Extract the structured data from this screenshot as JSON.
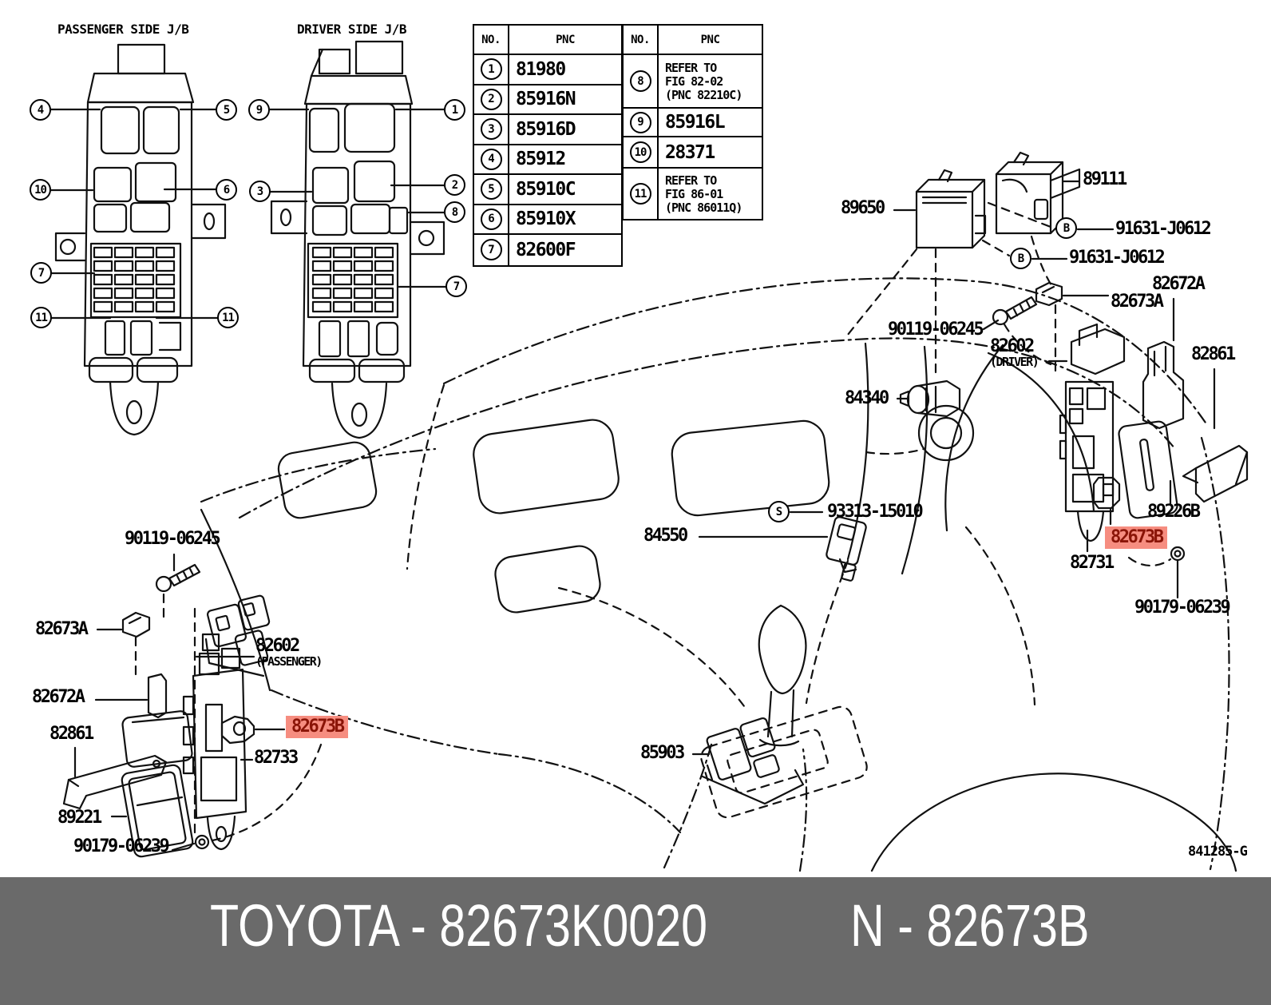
{
  "header": {
    "passenger_jb_title": "PASSENGER SIDE J/B",
    "driver_jb_title": "DRIVER SIDE J/B"
  },
  "pnc_table": {
    "left": {
      "no_header": "NO.",
      "pnc_header": "PNC",
      "rows": [
        {
          "no": "1",
          "pnc": "81980"
        },
        {
          "no": "2",
          "pnc": "85916N"
        },
        {
          "no": "3",
          "pnc": "85916D"
        },
        {
          "no": "4",
          "pnc": "85912"
        },
        {
          "no": "5",
          "pnc": "85910C"
        },
        {
          "no": "6",
          "pnc": "85910X"
        },
        {
          "no": "7",
          "pnc": "82600F"
        }
      ]
    },
    "right": {
      "no_header": "NO.",
      "pnc_header": "PNC",
      "rows": [
        {
          "no": "8",
          "pnc": "REFER TO\nFIG 82-02\n(PNC 82210C)"
        },
        {
          "no": "9",
          "pnc": "85916L"
        },
        {
          "no": "10",
          "pnc": "28371"
        },
        {
          "no": "11",
          "pnc": "REFER TO\nFIG 86-01\n(PNC 86011Q)"
        }
      ]
    }
  },
  "callouts": {
    "passenger": [
      "4",
      "5",
      "10",
      "6",
      "7",
      "11",
      "11"
    ],
    "driver": [
      "9",
      "1",
      "3",
      "2",
      "8",
      "7"
    ],
    "b": "B",
    "s": "S"
  },
  "part_labels": [
    {
      "text": "89650"
    },
    {
      "text": "89111"
    },
    {
      "text": "91631-J0612"
    },
    {
      "text": "91631-J0612"
    },
    {
      "text": "90119-06245"
    },
    {
      "text": "82602",
      "sub": "(DRIVER)"
    },
    {
      "text": "82672A"
    },
    {
      "text": "82673A"
    },
    {
      "text": "82861"
    },
    {
      "text": "84340"
    },
    {
      "text": "93313-15010"
    },
    {
      "text": "84550"
    },
    {
      "text": "89226B"
    },
    {
      "text": "82673B",
      "highlighted": true
    },
    {
      "text": "82731"
    },
    {
      "text": "90179-06239"
    },
    {
      "text": "85903"
    },
    {
      "text": "90119-06245"
    },
    {
      "text": "82673A"
    },
    {
      "text": "82602",
      "sub": "(PASSENGER)"
    },
    {
      "text": "82672A"
    },
    {
      "text": "82861"
    },
    {
      "text": "82673B",
      "highlighted": true
    },
    {
      "text": "82733"
    },
    {
      "text": "89221"
    },
    {
      "text": "90179-06239"
    }
  ],
  "figure_code": "841285-G",
  "footer": {
    "left_text": "TOYOTA - 82673K0020",
    "right_text": "N - 82673B"
  },
  "colors": {
    "highlight_bg": "#f68d80",
    "highlight_text": "#8a1407",
    "banner_bg": "#6a6a6a",
    "banner_text": "#ffffff",
    "line": "#111111"
  }
}
